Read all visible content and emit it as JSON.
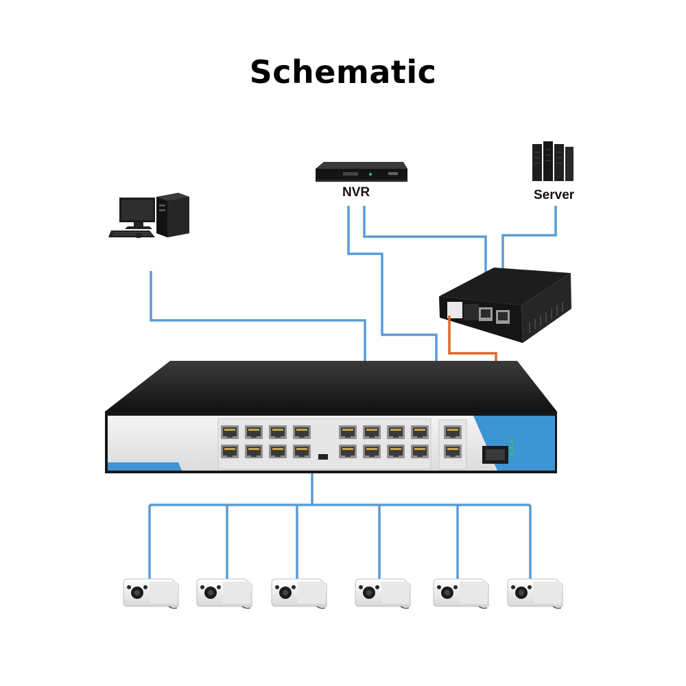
{
  "title": "Schematic",
  "labels": {
    "nvr": "NVR",
    "server": "Server"
  },
  "colors": {
    "ethernet_link": "#5b9bd5",
    "fiber_link": "#d9692a",
    "device_body": "#1c1c1c",
    "switch_stripe": "#3d95d3"
  },
  "icons": [
    "desktop-computer-icon",
    "nvr-icon",
    "server-icon",
    "media-converter-icon",
    "poe-switch-icon",
    "bullet-camera-icon"
  ],
  "camera_count": 6
}
